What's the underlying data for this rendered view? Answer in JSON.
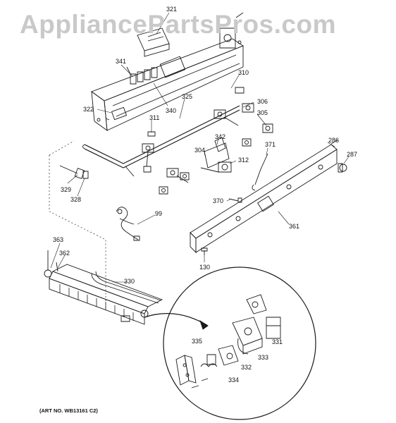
{
  "watermark": "AppliancePartsPros.com",
  "art_number": "(ART NO. WB13161 C2)",
  "callouts": {
    "c321": "321",
    "c341": "341",
    "c310": "310",
    "c325": "325",
    "c306": "306",
    "c322": "322",
    "c340": "340",
    "c305": "305",
    "c311": "311",
    "c342": "342",
    "c371": "371",
    "c286": "286",
    "c304": "304",
    "c312": "312",
    "c287": "287",
    "c329": "329",
    "c328": "328",
    "c370": "370",
    "c99": "99",
    "c361": "361",
    "c363": "363",
    "c362": "362",
    "c130": "130",
    "c330": "330",
    "c335": "335",
    "c331": "331",
    "c333": "333",
    "c332": "332",
    "c334": "334"
  },
  "colors": {
    "line": "#1a1a1a",
    "watermark": "#c9c9c9"
  }
}
